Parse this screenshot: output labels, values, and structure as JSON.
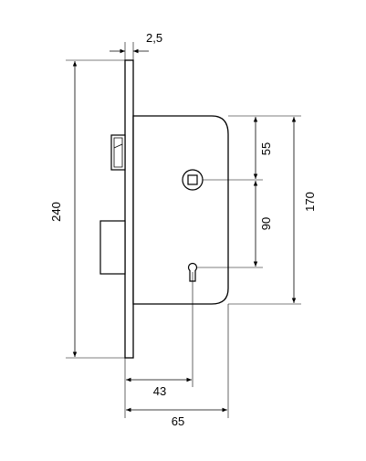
{
  "dimensions": {
    "faceplate_thickness": "2,5",
    "faceplate_height": "240",
    "case_height": "170",
    "follower_to_top": "55",
    "follower_to_key": "90",
    "backset_key": "43",
    "case_depth": "65"
  },
  "colors": {
    "line": "#000000",
    "background": "#ffffff"
  }
}
